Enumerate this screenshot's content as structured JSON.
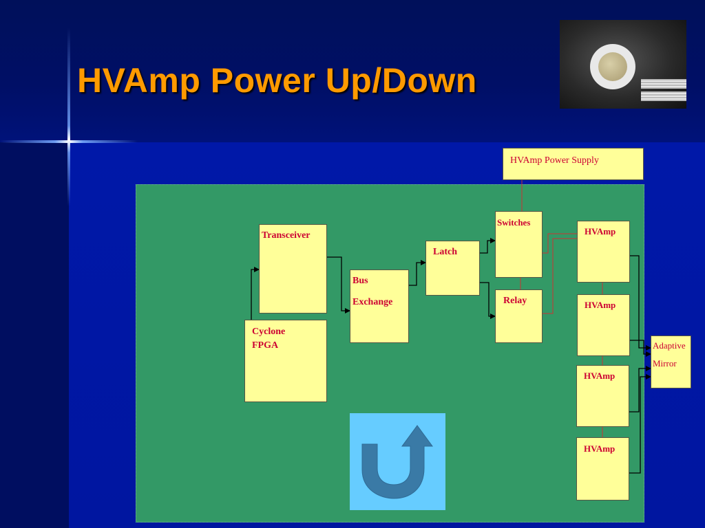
{
  "slide": {
    "title": "HVAmp Power Up/Down",
    "photo_icon": "mirror-device-photo"
  },
  "diagram": {
    "power_supply": "HVAmp Power Supply",
    "transceiver": "Transceiver",
    "fpga_line1": "Cyclone",
    "fpga_line2": "FPGA",
    "bus_line1": "Bus",
    "bus_line2": "Exchange",
    "latch": "Latch",
    "switches": "Switches",
    "relay": "Relay",
    "hvamps": [
      "HVAmp",
      "HVAmp",
      "HVAmp",
      "HVAmp"
    ],
    "mirror_line1": "Adaptive",
    "mirror_line2": "Mirror"
  },
  "nav": {
    "return_icon": "u-turn-arrow-icon"
  },
  "colors": {
    "title": "#ff9a00",
    "background": "#0016a0",
    "board": "#339966",
    "block_fill": "#ffff99",
    "label_text": "#cc0033",
    "return_button": "#66ccff",
    "return_arrow": "#3a7aa6"
  }
}
